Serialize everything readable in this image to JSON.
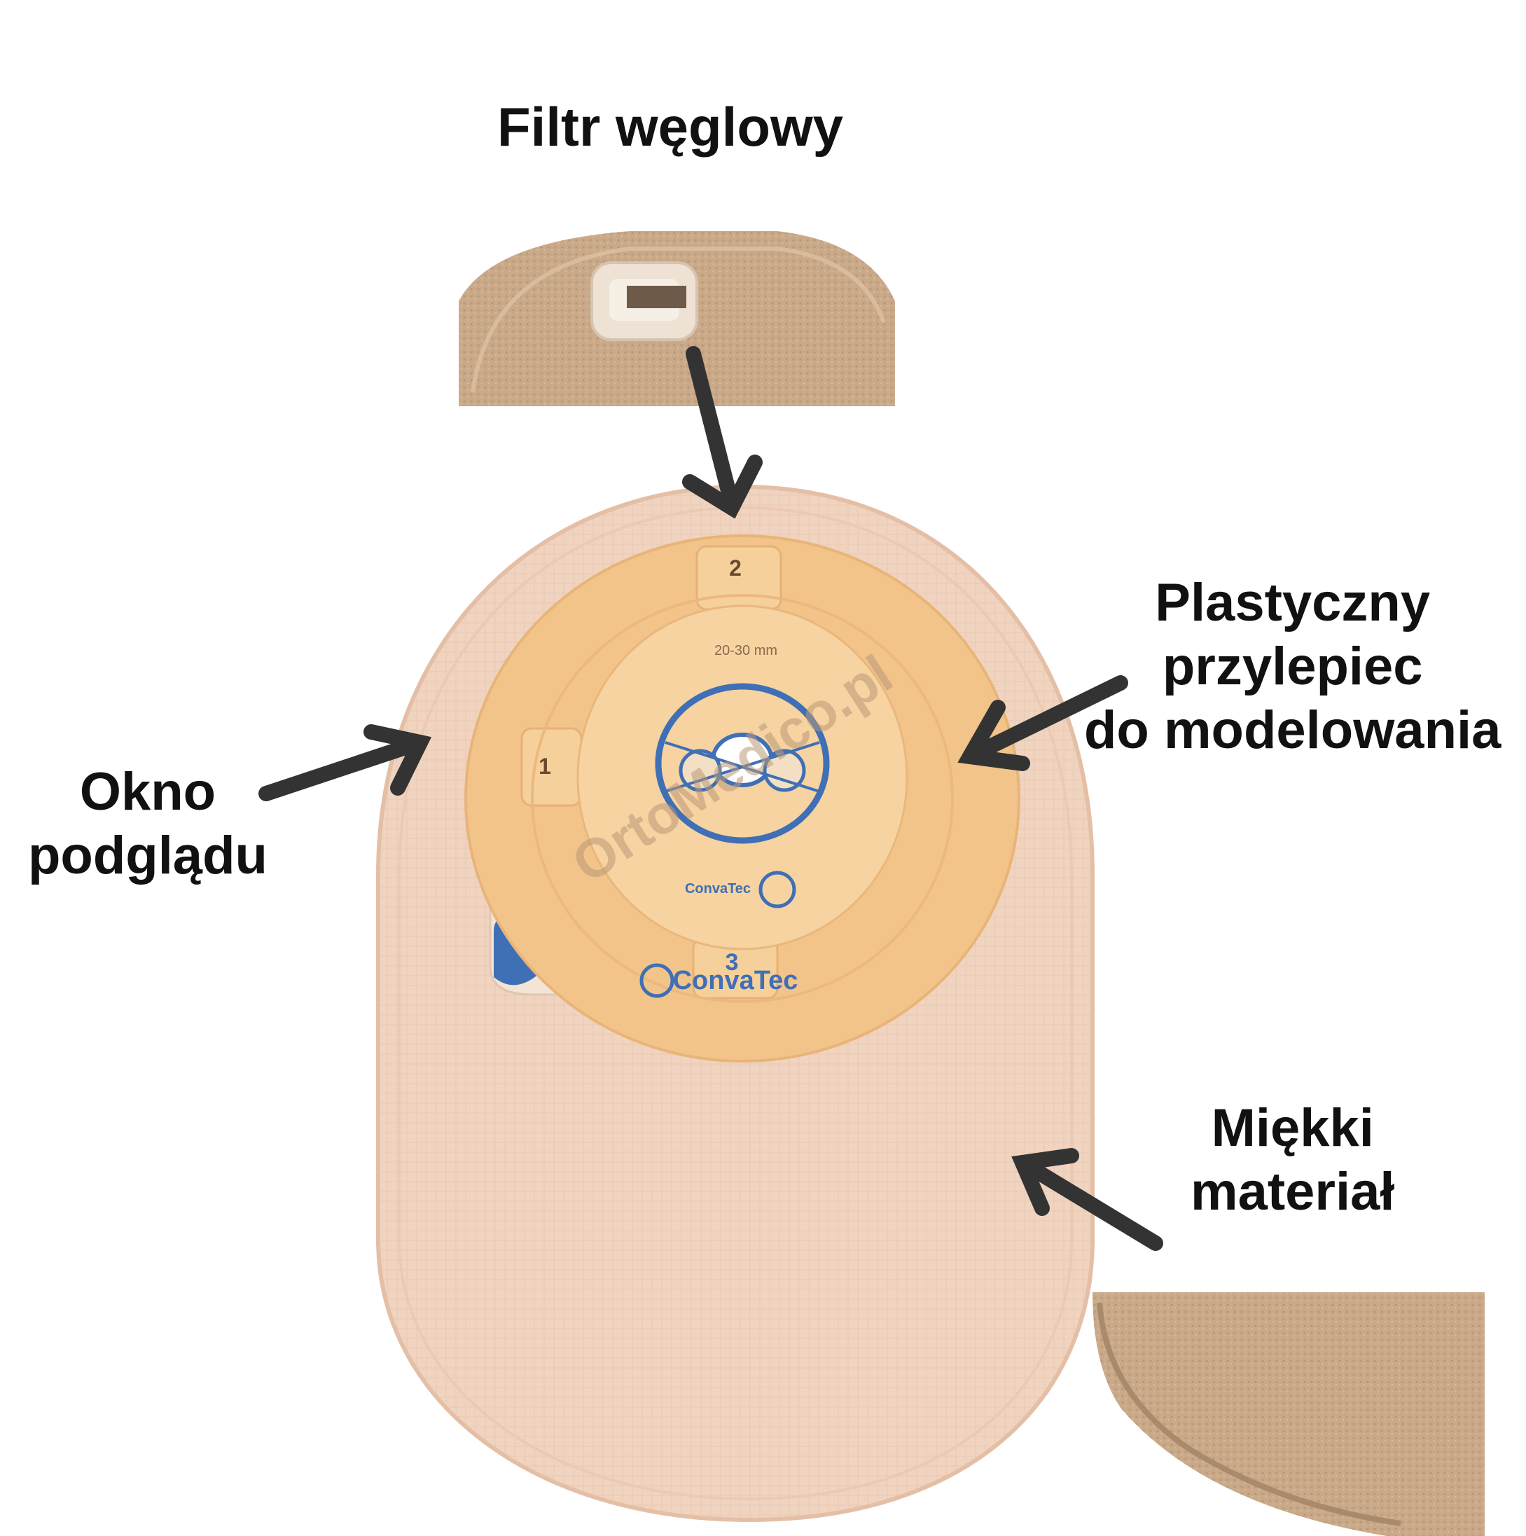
{
  "labels": {
    "filtr": "Filtr węglowy",
    "plastyczny": [
      "Plastyczny",
      "przylepiec",
      "do modelowania"
    ],
    "okno": [
      "Okno",
      "podglądu"
    ],
    "miekki": [
      "Miękki",
      "materiał"
    ]
  },
  "product": {
    "tab_numbers": [
      "2",
      "1",
      "3"
    ],
    "size_range": "20-30 mm",
    "brand": "ConvaTec",
    "watermark": "OrtoMedico.pl"
  },
  "colors": {
    "background": "#ffffff",
    "pouch": "#f0d4c0",
    "pouch_edge": "#e6c2aa",
    "flange": "#f2c48a",
    "flange_inner": "#f6d09a",
    "tab_blue": "#3f6fb5",
    "fabric": "#c9a988",
    "arrow": "#333333",
    "text": "#111111"
  },
  "icons": [
    "arrow-icon",
    "convatec-logo-icon",
    "carbon-filter-icon"
  ]
}
